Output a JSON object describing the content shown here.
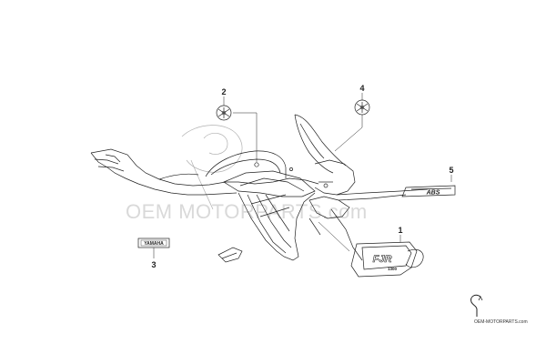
{
  "callouts": [
    "1",
    "2",
    "3",
    "4",
    "5"
  ],
  "watermark": {
    "text": "OEM MOTORPARTS.com",
    "corner_text": "OEM-MOTORPARTS.com"
  },
  "decals": {
    "part3_text": "YAMAHA",
    "part5_text": "ABS",
    "part1_text": "FJR",
    "part1_sub": "1300"
  },
  "colors": {
    "line": "#222222",
    "watermark": "#d9d9d9",
    "background": "#ffffff"
  },
  "icons": [
    "yamaha-emblem-icon",
    "watermark-logo-icon"
  ]
}
